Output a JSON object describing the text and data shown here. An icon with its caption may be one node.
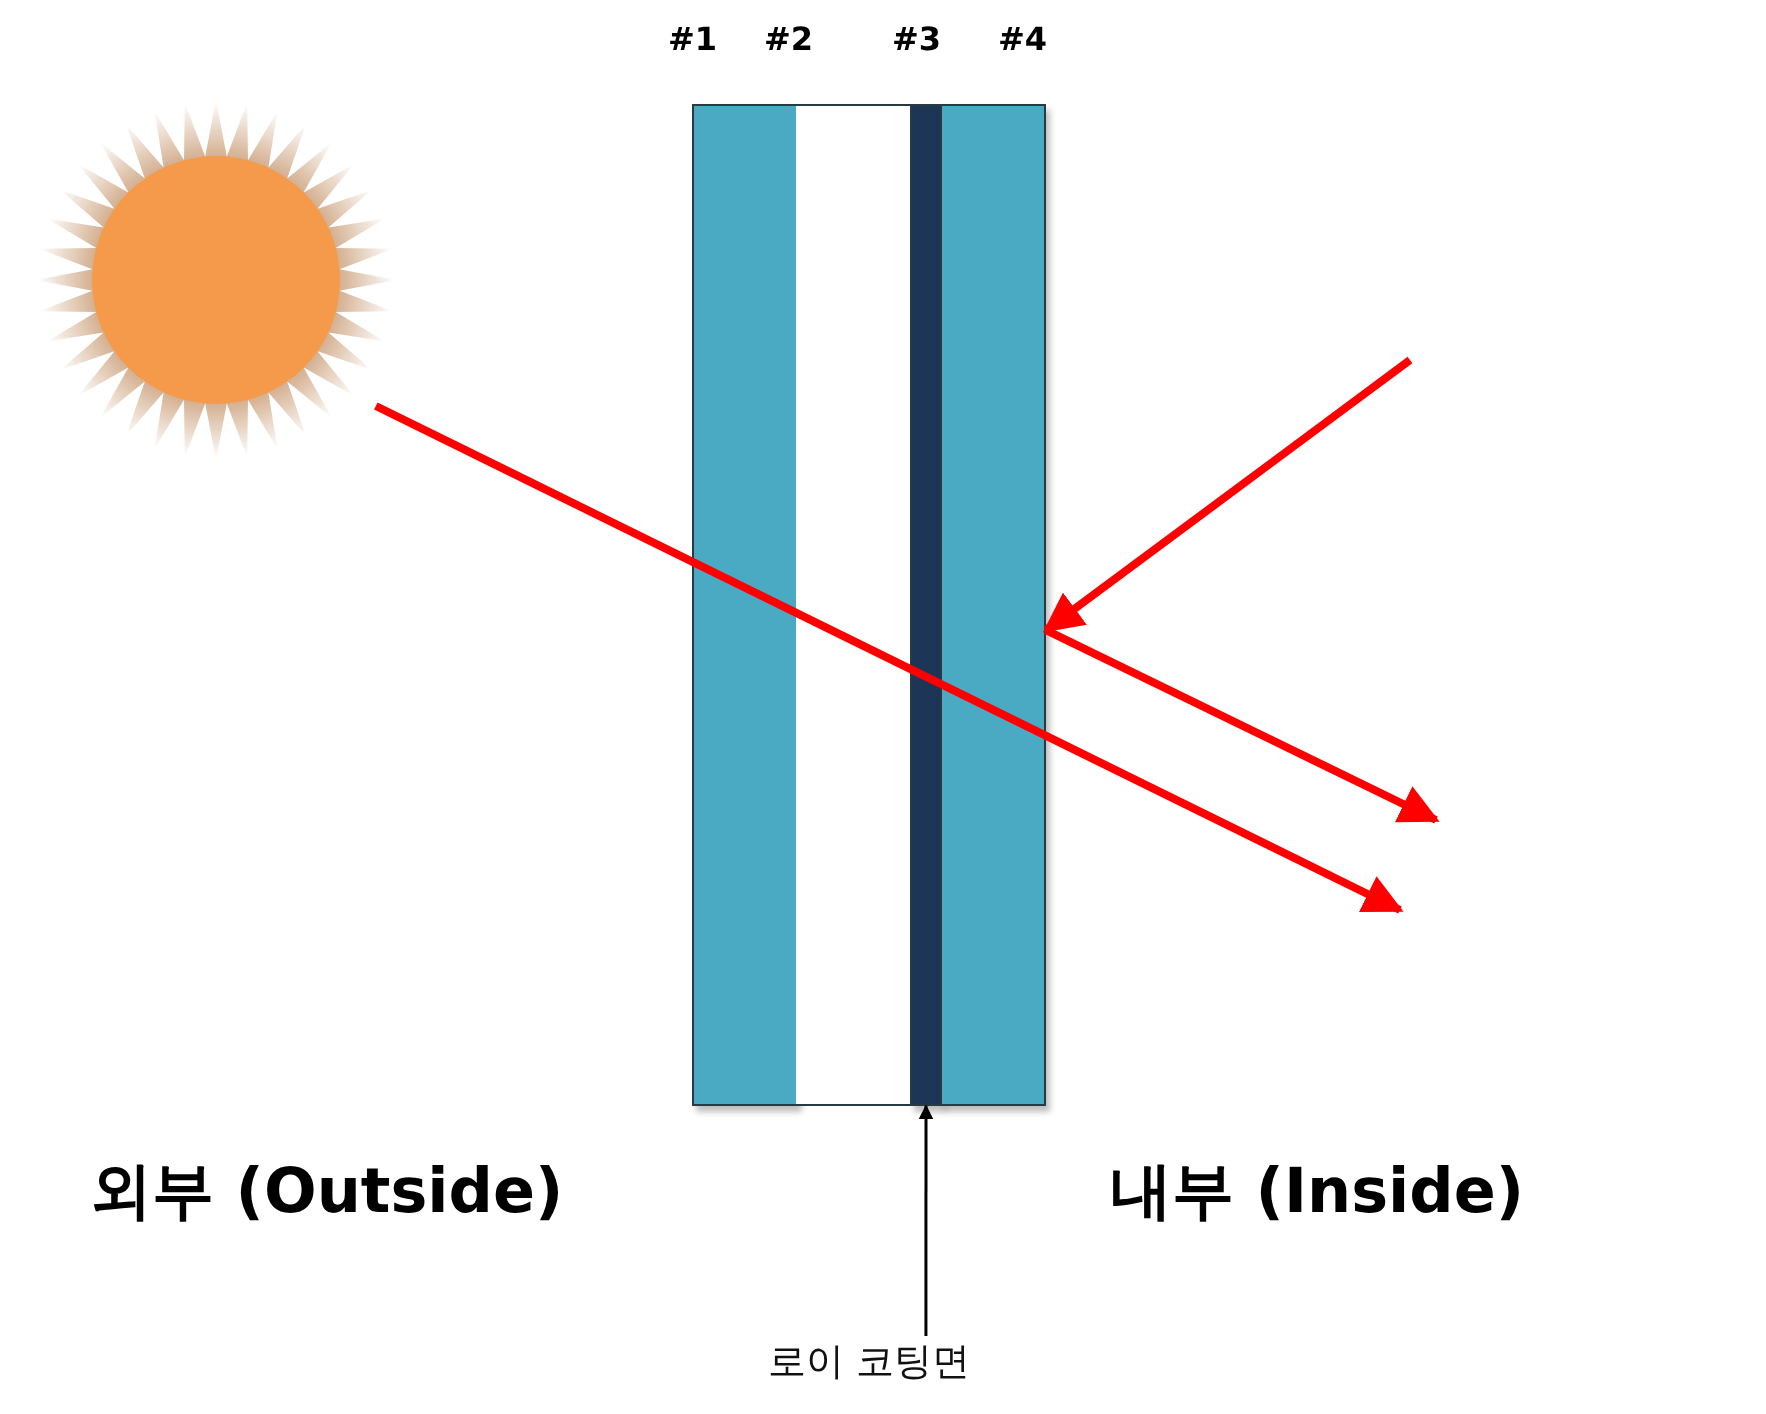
{
  "diagram": {
    "nodes": [
      {
        "text": [],
        "shape": "picture"
      },
      {
        "text": [],
        "shape": "bar"
      },
      {
        "text": [],
        "shape": "box"
      },
      {
        "text": [],
        "shape": "bar"
      },
      {
        "text": [],
        "shape": "bar"
      },
      {
        "text": [
          "로이 코팅면"
        ]
      }
    ],
    "edges": [
      {
        "from": 0,
        "to": null,
        "arrow": "to"
      },
      {
        "from": null,
        "to": 4,
        "arrow": "to"
      },
      {
        "from": 4,
        "to": null,
        "arrow": "to"
      },
      {
        "from": 5,
        "to": 3,
        "arrow": "to",
        "color": "#000000"
      }
    ],
    "labels": [
      "#1",
      "#2",
      "#3",
      "#4",
      "외부 (Outside)",
      "내부 (Inside)"
    ]
  }
}
